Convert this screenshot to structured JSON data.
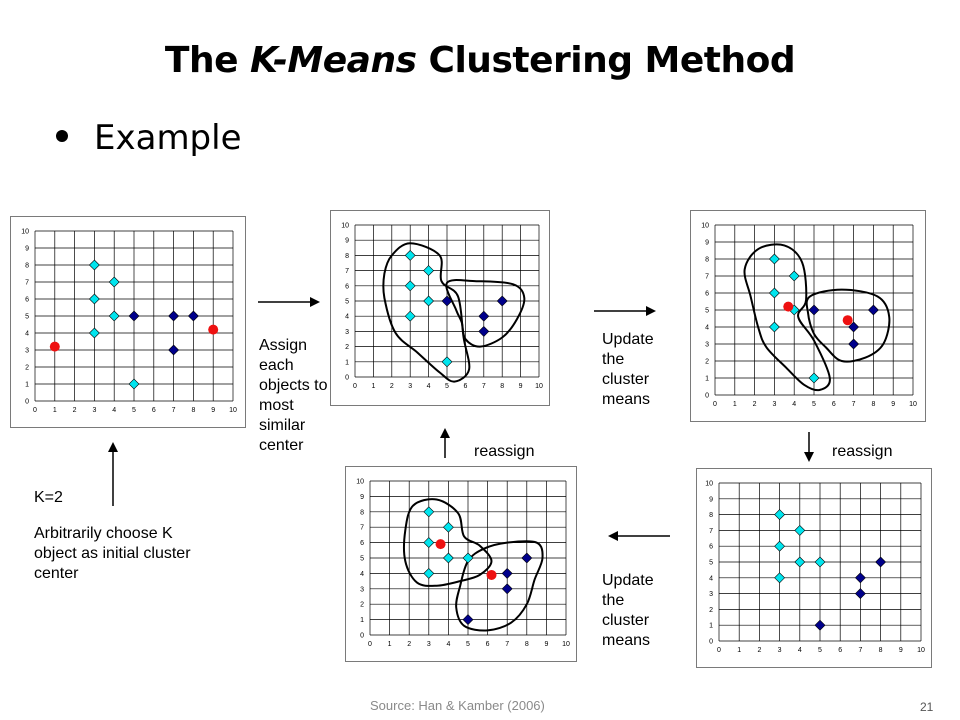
{
  "slide": {
    "title_before": "The ",
    "title_em": "K-Means",
    "title_after": " Clustering Method",
    "bullet": "Example",
    "labels": {
      "assign": "Assign each objects to most similar center",
      "update_top": "Update the cluster means",
      "update_bottom": "Update the cluster means",
      "reassign_left": "reassign",
      "reassign_right": "reassign",
      "k": "K=2",
      "choose": "Arbitrarily choose K object as initial cluster center"
    },
    "source": "Source: Han & Kamber (2006)",
    "page_number": "21"
  },
  "colors": {
    "cluster_a": "#00e5ee",
    "cluster_b": "#00008b",
    "center": "#ee1111",
    "grid": "#000000"
  },
  "chart_data": [
    {
      "id": "initial",
      "type": "scatter",
      "xlim": [
        0,
        10
      ],
      "ylim": [
        0,
        10
      ],
      "x_ticks": [
        "0",
        "1",
        "2",
        "3",
        "4",
        "5",
        "6",
        "7",
        "8",
        "9",
        "10"
      ],
      "y_ticks": [
        "0",
        "1",
        "2",
        "3",
        "4",
        "5",
        "6",
        "7",
        "8",
        "9",
        "10"
      ],
      "series": [
        {
          "cls": "a",
          "points": [
            [
              3,
              8
            ],
            [
              3,
              6
            ],
            [
              4,
              7
            ],
            [
              4,
              5
            ],
            [
              3,
              4
            ],
            [
              5,
              1
            ]
          ]
        },
        {
          "cls": "b",
          "points": [
            [
              5,
              5
            ],
            [
              7,
              5
            ],
            [
              8,
              5
            ],
            [
              7,
              3
            ]
          ]
        },
        {
          "cls": "c",
          "points": [
            [
              1,
              3.2
            ],
            [
              9,
              4.2
            ]
          ]
        }
      ],
      "outlines": []
    },
    {
      "id": "assigned",
      "type": "scatter",
      "xlim": [
        0,
        10
      ],
      "ylim": [
        0,
        10
      ],
      "x_ticks": [
        "0",
        "1",
        "2",
        "3",
        "4",
        "5",
        "6",
        "7",
        "8",
        "9",
        "10"
      ],
      "y_ticks": [
        "0",
        "1",
        "2",
        "3",
        "4",
        "5",
        "6",
        "7",
        "8",
        "9",
        "10"
      ],
      "series": [
        {
          "cls": "a",
          "points": [
            [
              3,
              8
            ],
            [
              3,
              6
            ],
            [
              4,
              7
            ],
            [
              4,
              5
            ],
            [
              3,
              4
            ],
            [
              5,
              1
            ]
          ]
        },
        {
          "cls": "b",
          "points": [
            [
              5,
              5
            ],
            [
              7,
              4
            ],
            [
              8,
              5
            ],
            [
              7,
              3
            ]
          ]
        }
      ],
      "outlines": [
        [
          [
            2.0,
            8.0
          ],
          [
            3.0,
            8.8
          ],
          [
            4.6,
            8.0
          ],
          [
            4.7,
            6.3
          ],
          [
            5.6,
            5.3
          ],
          [
            5.9,
            2.6
          ],
          [
            6.2,
            0.5
          ],
          [
            5.4,
            -0.3
          ],
          [
            4.6,
            0.3
          ],
          [
            3.4,
            1.6
          ],
          [
            2.2,
            2.9
          ],
          [
            1.6,
            5.2
          ],
          [
            1.6,
            6.8
          ]
        ],
        [
          [
            5.0,
            6.2
          ],
          [
            6.6,
            6.3
          ],
          [
            8.6,
            6.1
          ],
          [
            9.2,
            5.2
          ],
          [
            8.8,
            3.8
          ],
          [
            8.0,
            2.6
          ],
          [
            6.8,
            2.0
          ],
          [
            6.0,
            2.5
          ],
          [
            5.8,
            3.6
          ],
          [
            5.5,
            4.4
          ]
        ]
      ]
    },
    {
      "id": "updated",
      "type": "scatter",
      "xlim": [
        0,
        10
      ],
      "ylim": [
        0,
        10
      ],
      "x_ticks": [
        "0",
        "1",
        "2",
        "3",
        "4",
        "5",
        "6",
        "7",
        "8",
        "9",
        "10"
      ],
      "y_ticks": [
        "0",
        "1",
        "2",
        "3",
        "4",
        "5",
        "6",
        "7",
        "8",
        "9",
        "10"
      ],
      "series": [
        {
          "cls": "a",
          "points": [
            [
              3,
              8
            ],
            [
              3,
              6
            ],
            [
              4,
              7
            ],
            [
              4,
              5
            ],
            [
              3,
              4
            ],
            [
              5,
              1
            ]
          ]
        },
        {
          "cls": "b",
          "points": [
            [
              5,
              5
            ],
            [
              7,
              4
            ],
            [
              8,
              5
            ],
            [
              7,
              3
            ]
          ]
        },
        {
          "cls": "c",
          "points": [
            [
              3.7,
              5.2
            ],
            [
              6.7,
              4.4
            ]
          ]
        }
      ],
      "outlines": [
        [
          [
            2.2,
            8.6
          ],
          [
            3.5,
            8.8
          ],
          [
            4.4,
            7.8
          ],
          [
            4.6,
            5.6
          ],
          [
            4.2,
            4.6
          ],
          [
            5.0,
            3.2
          ],
          [
            5.8,
            1.0
          ],
          [
            5.3,
            0.3
          ],
          [
            4.5,
            0.6
          ],
          [
            3.6,
            1.6
          ],
          [
            2.6,
            2.8
          ],
          [
            2.2,
            3.9
          ],
          [
            1.8,
            5.8
          ],
          [
            1.5,
            7.4
          ]
        ],
        [
          [
            4.8,
            5.8
          ],
          [
            6.4,
            6.2
          ],
          [
            8.2,
            5.8
          ],
          [
            8.8,
            4.6
          ],
          [
            8.5,
            3.0
          ],
          [
            7.6,
            2.2
          ],
          [
            6.4,
            2.0
          ],
          [
            5.6,
            2.8
          ],
          [
            5.0,
            3.6
          ],
          [
            4.7,
            4.8
          ]
        ]
      ]
    },
    {
      "id": "reassigned",
      "type": "scatter",
      "xlim": [
        0,
        10
      ],
      "ylim": [
        0,
        10
      ],
      "x_ticks": [
        "0",
        "1",
        "2",
        "3",
        "4",
        "5",
        "6",
        "7",
        "8",
        "9",
        "10"
      ],
      "y_ticks": [
        "0",
        "1",
        "2",
        "3",
        "4",
        "5",
        "6",
        "7",
        "8",
        "9",
        "10"
      ],
      "series": [
        {
          "cls": "a",
          "points": [
            [
              3,
              8
            ],
            [
              3,
              6
            ],
            [
              4,
              7
            ],
            [
              4,
              5
            ],
            [
              3,
              4
            ],
            [
              5,
              5
            ]
          ]
        },
        {
          "cls": "b",
          "points": [
            [
              5,
              1
            ],
            [
              7,
              4
            ],
            [
              8,
              5
            ],
            [
              7,
              3
            ]
          ]
        }
      ],
      "outlines": []
    },
    {
      "id": "final",
      "type": "scatter",
      "xlim": [
        0,
        10
      ],
      "ylim": [
        0,
        10
      ],
      "x_ticks": [
        "0",
        "1",
        "2",
        "3",
        "4",
        "5",
        "6",
        "7",
        "8",
        "9",
        "10"
      ],
      "y_ticks": [
        "0",
        "1",
        "2",
        "3",
        "4",
        "5",
        "6",
        "7",
        "8",
        "9",
        "10"
      ],
      "series": [
        {
          "cls": "a",
          "points": [
            [
              3,
              8
            ],
            [
              3,
              6
            ],
            [
              4,
              7
            ],
            [
              4,
              5
            ],
            [
              3,
              4
            ],
            [
              5,
              5
            ]
          ]
        },
        {
          "cls": "b",
          "points": [
            [
              5,
              1
            ],
            [
              7,
              4
            ],
            [
              8,
              5
            ],
            [
              7,
              3
            ]
          ]
        },
        {
          "cls": "c",
          "points": [
            [
              3.6,
              5.9
            ],
            [
              6.2,
              3.9
            ]
          ]
        }
      ],
      "outlines": [
        [
          [
            2.2,
            8.4
          ],
          [
            3.4,
            8.8
          ],
          [
            4.5,
            7.9
          ],
          [
            4.8,
            6.4
          ],
          [
            5.6,
            5.8
          ],
          [
            6.2,
            4.8
          ],
          [
            5.6,
            3.9
          ],
          [
            4.6,
            3.5
          ],
          [
            3.4,
            3.2
          ],
          [
            2.4,
            3.4
          ],
          [
            1.8,
            4.8
          ],
          [
            1.8,
            6.8
          ]
        ],
        [
          [
            5.0,
            4.8
          ],
          [
            5.8,
            5.6
          ],
          [
            7.0,
            6.0
          ],
          [
            8.5,
            6.0
          ],
          [
            8.8,
            5.0
          ],
          [
            8.4,
            3.6
          ],
          [
            8.0,
            2.0
          ],
          [
            7.2,
            0.8
          ],
          [
            6.0,
            0.3
          ],
          [
            4.8,
            0.6
          ],
          [
            4.4,
            1.8
          ],
          [
            4.6,
            3.2
          ]
        ]
      ]
    }
  ]
}
